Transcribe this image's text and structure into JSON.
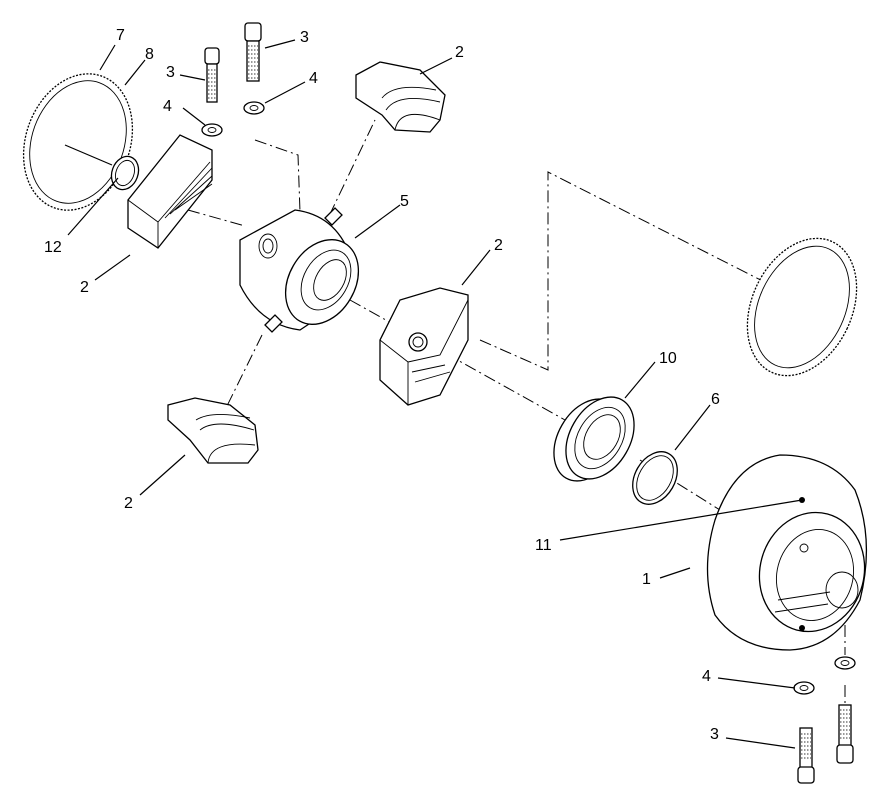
{
  "callouts": {
    "c7": "7",
    "c8": "8",
    "c3a": "3",
    "c3b": "3",
    "c4a": "4",
    "c4b": "4",
    "c2a": "2",
    "c2b": "2",
    "c2c": "2",
    "c2d": "2",
    "c12": "12",
    "c5": "5",
    "c10": "10",
    "c6": "6",
    "c11": "11",
    "c1": "1",
    "c4c": "4",
    "c3c": "3"
  }
}
